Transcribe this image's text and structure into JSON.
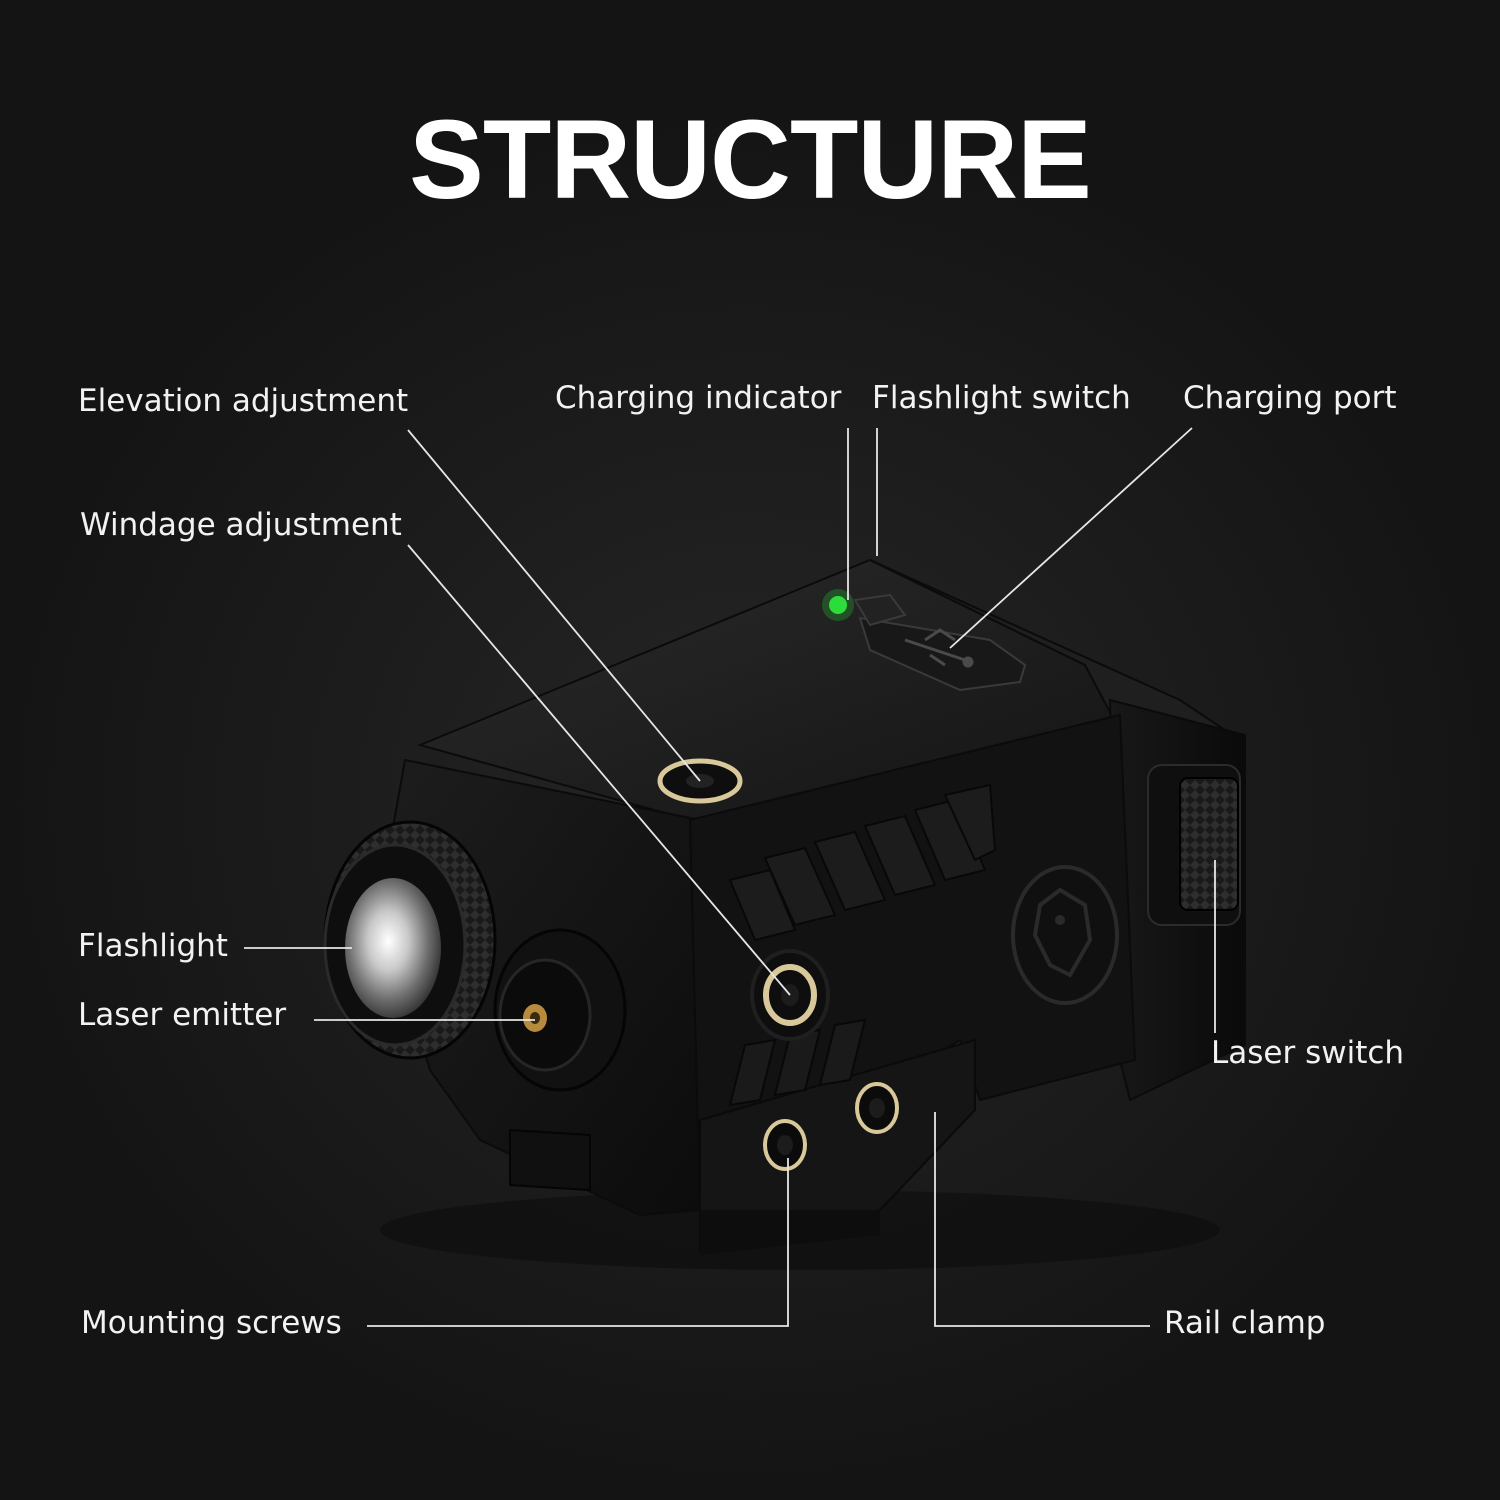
{
  "title": "STRUCTURE",
  "colors": {
    "background": "#1a1a1a",
    "text": "#f2f2f2",
    "leader_line": "#e6e6e6",
    "indicator_led": "#2bdc3a",
    "brass_accent": "#d8c89a"
  },
  "labels": {
    "elevation": "Elevation adjustment",
    "windage": "Windage adjustment",
    "charging_indicator": "Charging indicator",
    "flashlight_switch": "Flashlight switch",
    "charging_port": "Charging port",
    "flashlight": "Flashlight",
    "laser_emitter": "Laser emitter",
    "laser_switch": "Laser switch",
    "mounting_screws": "Mounting screws",
    "rail_clamp": "Rail clamp"
  },
  "icons": [
    "usb-icon",
    "wolf-emblem-icon"
  ]
}
